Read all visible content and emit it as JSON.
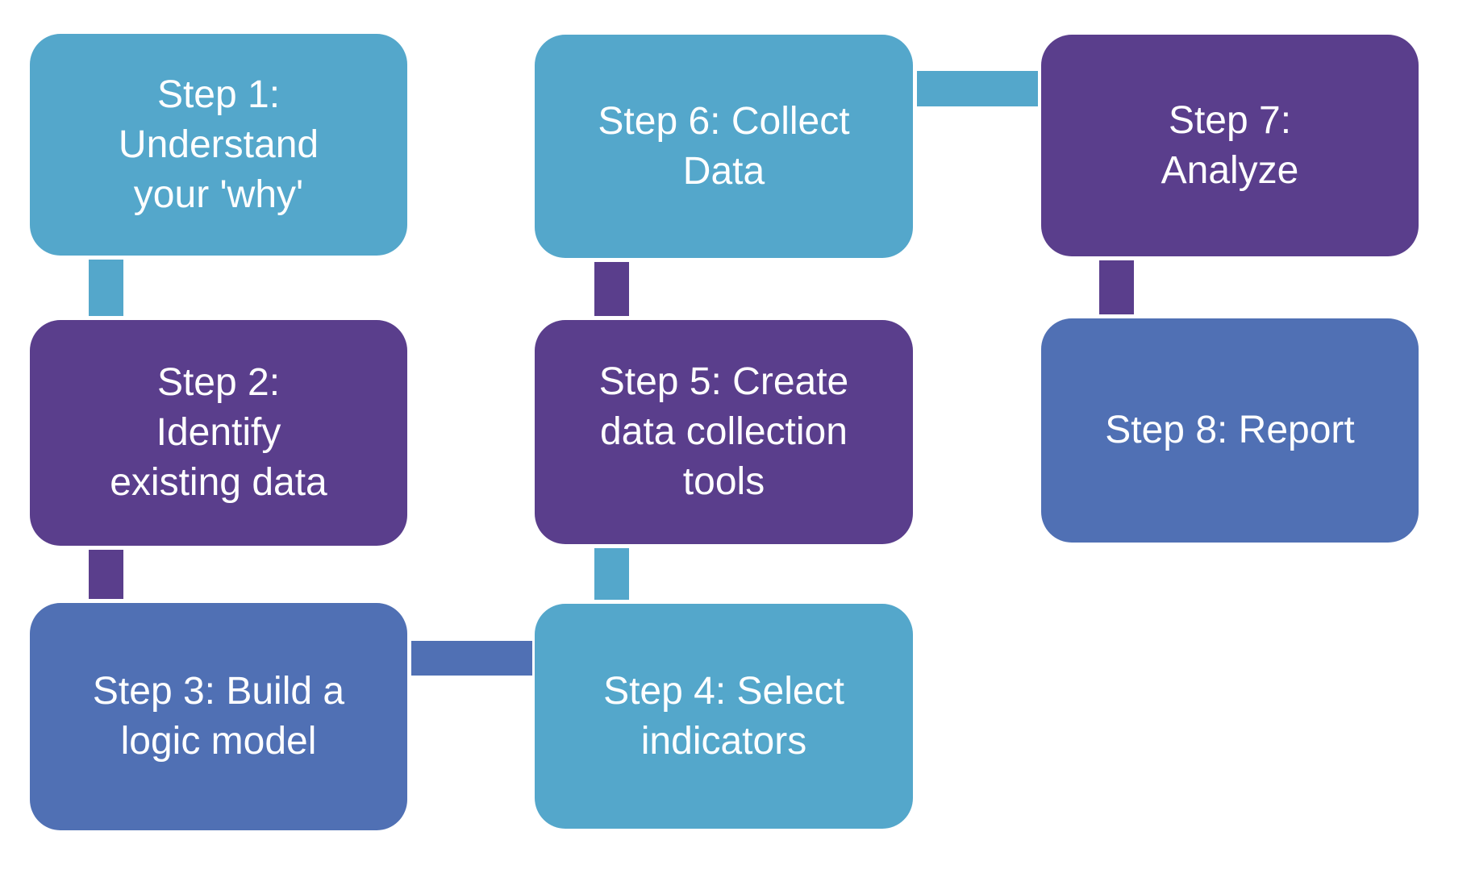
{
  "palette": {
    "cyan": "#54A7CB",
    "purple": "#5A3E8C",
    "blue": "#5070B4",
    "text": "#FFFFFF",
    "background": "#FFFFFF"
  },
  "diagram": {
    "type": "flowchart",
    "steps": [
      {
        "id": 1,
        "color": "cyan",
        "label": "Step 1: Understand your 'why'",
        "lines": [
          "Step 1:",
          "Understand",
          "your 'why'"
        ]
      },
      {
        "id": 2,
        "color": "purple",
        "label": "Step 2: Identify existing data",
        "lines": [
          "Step 2:",
          "Identify",
          "existing data"
        ]
      },
      {
        "id": 3,
        "color": "blue",
        "label": "Step 3: Build a logic model",
        "lines": [
          "Step 3: Build a",
          "logic model"
        ]
      },
      {
        "id": 4,
        "color": "cyan",
        "label": "Step 4: Select indicators",
        "lines": [
          "Step 4: Select",
          "indicators"
        ]
      },
      {
        "id": 5,
        "color": "purple",
        "label": "Step 5: Create data collection tools",
        "lines": [
          "Step 5: Create",
          "data collection",
          "tools"
        ]
      },
      {
        "id": 6,
        "color": "cyan",
        "label": "Step 6: Collect Data",
        "lines": [
          "Step 6: Collect",
          "Data"
        ]
      },
      {
        "id": 7,
        "color": "purple",
        "label": "Step 7: Analyze",
        "lines": [
          "Step 7:",
          "Analyze"
        ]
      },
      {
        "id": 8,
        "color": "blue",
        "label": "Step 8: Report",
        "lines": [
          "Step 8: Report"
        ]
      }
    ],
    "connectors": [
      {
        "from": 1,
        "to": 2,
        "color": "cyan",
        "orientation": "vertical"
      },
      {
        "from": 2,
        "to": 3,
        "color": "purple",
        "orientation": "vertical"
      },
      {
        "from": 3,
        "to": 4,
        "color": "blue",
        "orientation": "horizontal"
      },
      {
        "from": 4,
        "to": 5,
        "color": "cyan",
        "orientation": "vertical"
      },
      {
        "from": 5,
        "to": 6,
        "color": "purple",
        "orientation": "vertical"
      },
      {
        "from": 6,
        "to": 7,
        "color": "cyan",
        "orientation": "horizontal"
      },
      {
        "from": 7,
        "to": 8,
        "color": "purple",
        "orientation": "vertical"
      }
    ]
  }
}
